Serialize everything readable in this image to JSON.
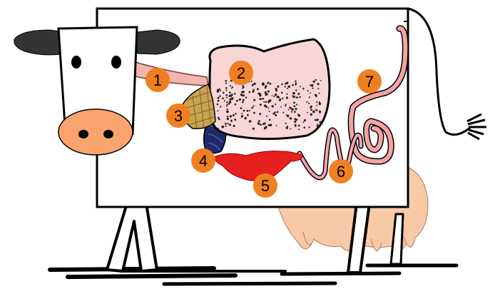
{
  "diagram": {
    "colors": {
      "background": "#ffffff",
      "outline": "#000000",
      "ear_dark": "#333333",
      "muzzle": "#f9a46e",
      "esophagus": "#f2b5b0",
      "rumen": "#f8d6d6",
      "reticulum": "#c8a450",
      "omasum": "#1d2a6b",
      "abomasum": "#e81f1f",
      "small_intestine": "#f1a5b0",
      "large_intestine": "#f5a3a3",
      "udder": "#f8c9a7",
      "badge": "#f07f22"
    },
    "markers": [
      {
        "id": "1",
        "label": "1",
        "part": "esophagus"
      },
      {
        "id": "2",
        "label": "2",
        "part": "rumen"
      },
      {
        "id": "3",
        "label": "3",
        "part": "reticulum"
      },
      {
        "id": "4",
        "label": "4",
        "part": "omasum"
      },
      {
        "id": "5",
        "label": "5",
        "part": "abomasum"
      },
      {
        "id": "6",
        "label": "6",
        "part": "small-intestine"
      },
      {
        "id": "7",
        "label": "7",
        "part": "large-intestine"
      }
    ]
  }
}
